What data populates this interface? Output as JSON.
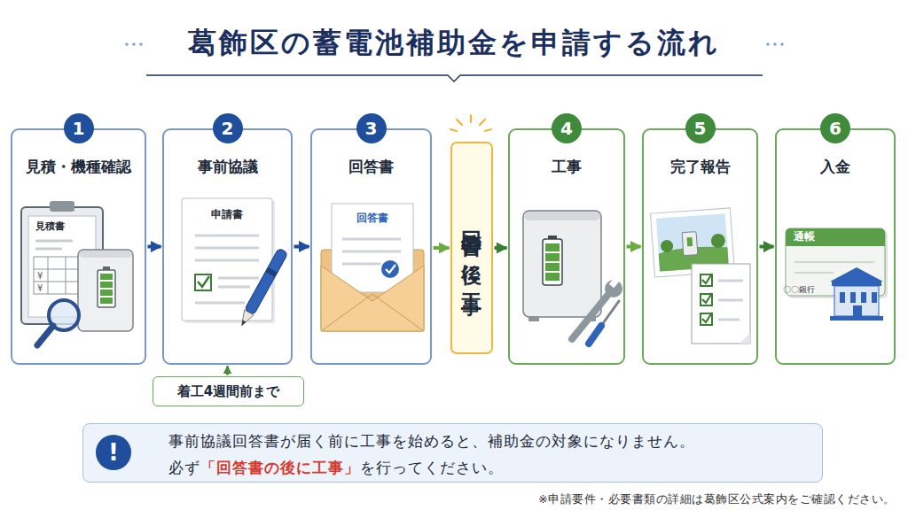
{
  "diagram": {
    "title": "葛飾区の蓄電池補助金を申請する流れ",
    "nodes": [
      {
        "text": [
          "見積・機種確認"
        ]
      },
      {
        "text": [
          "1"
        ],
        "in": 0
      },
      {
        "text": [
          "事前協議"
        ]
      },
      {
        "text": [
          "2"
        ],
        "in": 2
      },
      {
        "text": [
          "回答書"
        ]
      },
      {
        "text": [
          "3"
        ],
        "in": 4
      },
      {
        "text": [
          "回答書の後に工事"
        ]
      },
      {
        "text": [
          "工事"
        ]
      },
      {
        "text": [
          "4"
        ],
        "in": 7
      },
      {
        "text": [
          "完了報告"
        ]
      },
      {
        "text": [
          "5"
        ],
        "in": 9
      },
      {
        "text": [
          "入金"
        ]
      },
      {
        "text": [
          "6"
        ],
        "in": 11
      },
      {
        "text": [
          "着工4週間前まで"
        ]
      },
      {
        "text": [
          "事前協議回答書が届く前に工事を始めると、補助金の対象になりません。",
          "必ず",
          "「回答書の後に工事」",
          "を行ってください。"
        ]
      },
      {
        "text": [
          "!"
        ],
        "in": 14
      }
    ],
    "edges": [
      {
        "from": 0,
        "to": 2,
        "arrow": "to"
      },
      {
        "from": 2,
        "to": 4,
        "arrow": "to"
      },
      {
        "from": 4,
        "to": 6,
        "arrow": "to"
      },
      {
        "from": 6,
        "to": 7,
        "arrow": "to"
      },
      {
        "from": 7,
        "to": 9,
        "arrow": "to"
      },
      {
        "from": 9,
        "to": 11,
        "arrow": "to"
      },
      {
        "from": 13,
        "to": 2,
        "arrow": "to"
      }
    ],
    "labels": [
      "見積書",
      "¥",
      "¥",
      "申請書",
      "回答書",
      "通帳",
      "〇〇銀行",
      "※申請要件・必要書類の詳細は葛飾区公式案内をご確認ください。"
    ]
  }
}
